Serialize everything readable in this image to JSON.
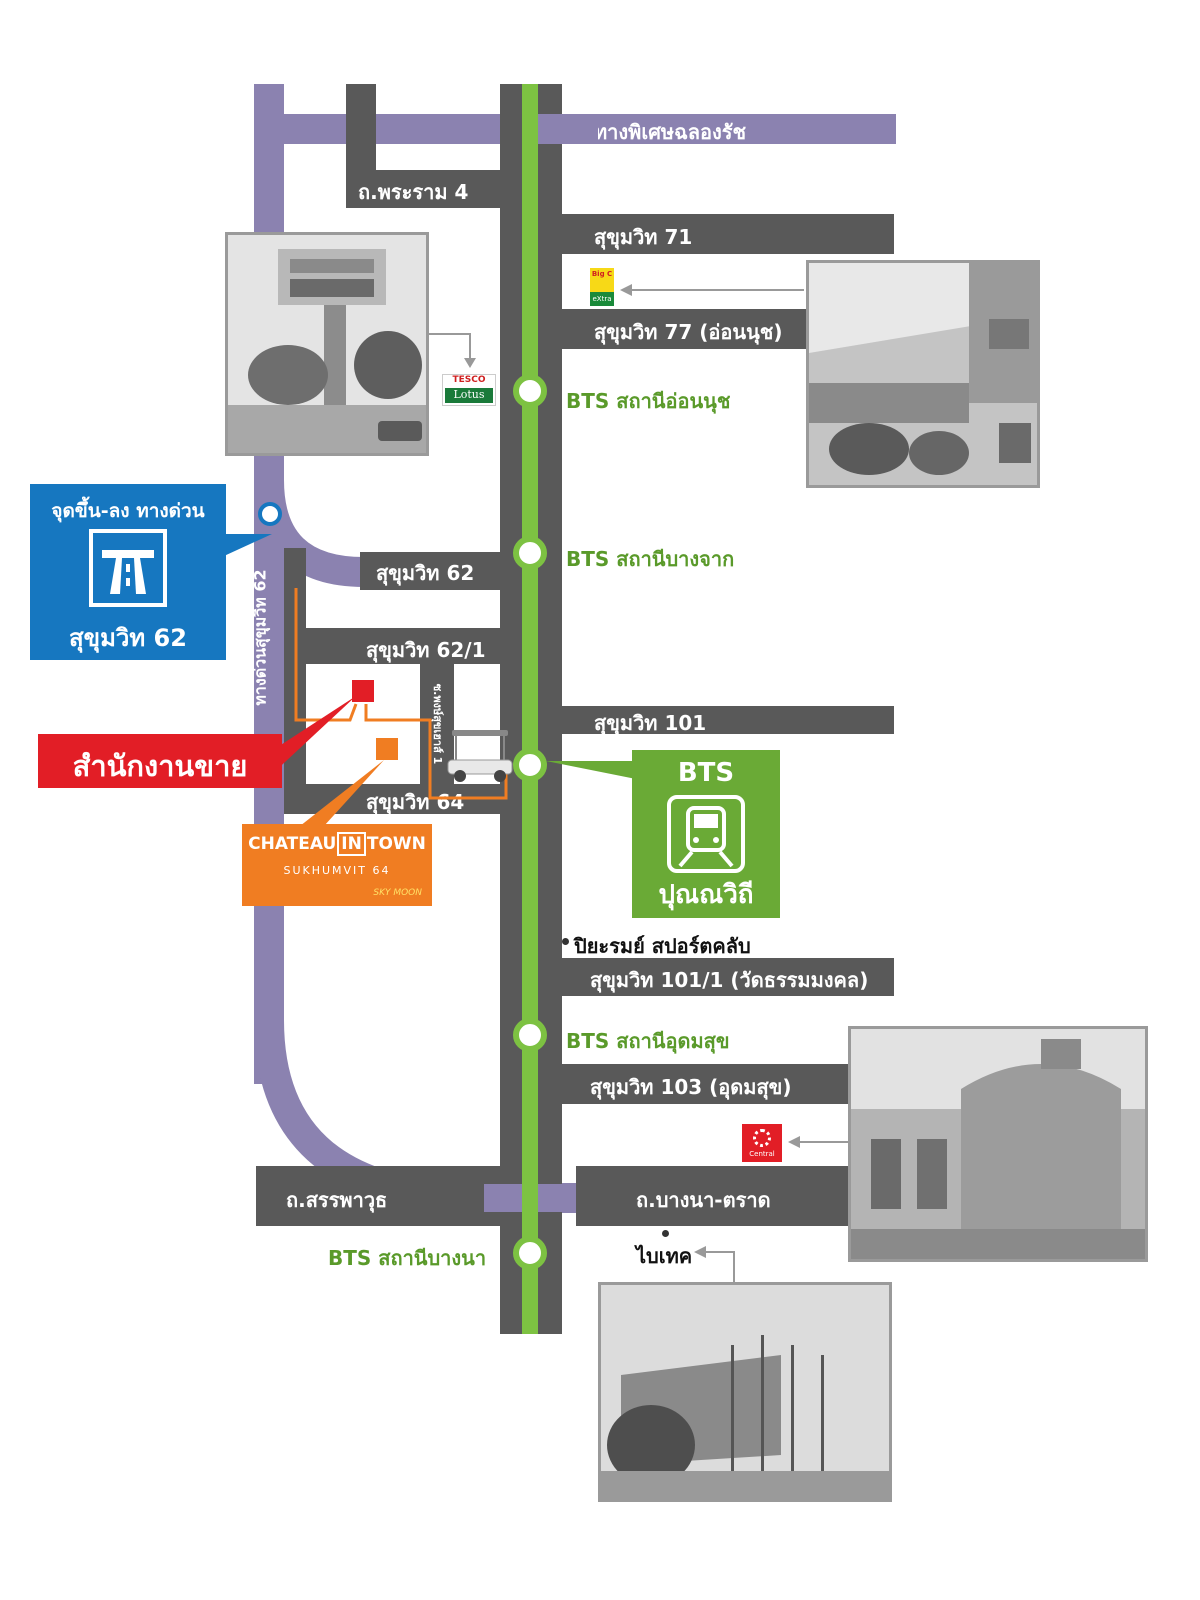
{
  "roads": {
    "chalong_rat": "ทางพิเศษฉลองรัช",
    "rama4": "ถ.พระราม 4",
    "sukhumvit71": "สุขุมวิท 71",
    "sukhumvit77": "สุขุมวิท 77 (อ่อนนุช)",
    "sukhumvit62": "สุขุมวิท 62",
    "sukhumvit62_1": "สุขุมวิท 62/1",
    "sukhumvit101": "สุขุมวิท 101",
    "sukhumvit64": "สุขุมวิท 64",
    "sukhumvit101_1": "สุขุมวิท 101/1 (วัดธรรมมงคล)",
    "sukhumvit103": "สุขุมวิท 103 (อุดมสุข)",
    "sanphawut": "ถ.สรรพาวุธ",
    "bangna_trat": "ถ.บางนา-ตราด",
    "expressway_vertical": "ทางด่วนสุขุมวิท 62",
    "phong_soi": "ซ.พงษ์สุขเฮาส์ 1"
  },
  "bts": {
    "on_nut": "BTS สถานีอ่อนนุช",
    "bang_chak": "BTS สถานีบางจาก",
    "udom_suk": "BTS สถานีอุดมสุข",
    "bang_na": "BTS สถานีบางนา",
    "punnawithi_box_title": "BTS",
    "punnawithi_box_name": "ปุณณวิถี"
  },
  "expressway_box": {
    "title": "จุดขึ้น-ลง ทางด่วน",
    "name": "สุขุมวิท 62"
  },
  "sales_office": "สำนักงานขาย",
  "project": {
    "name_left": "CHATEAU",
    "name_mid": "IN",
    "name_right": "TOWN",
    "sub": "SUKHUMVIT 64",
    "tag": "SKY MOON"
  },
  "pois": {
    "piyarom": "ปิยะรมย์ สปอร์ตคลับ",
    "bitec": "ไบเทค",
    "tesco_logo_top": "TESCO",
    "tesco_logo_bottom": "Lotus",
    "bigc_logo_top": "Big C",
    "bigc_logo_bottom": "eXtra",
    "central_logo": "Central"
  },
  "colors": {
    "road": "#595959",
    "expressway": "#8b82b0",
    "bts_line": "#7dc242",
    "bts_box": "#6aaa36",
    "expressway_box": "#1677c0",
    "sales_office": "#e21e26",
    "project": "#f07d22"
  }
}
